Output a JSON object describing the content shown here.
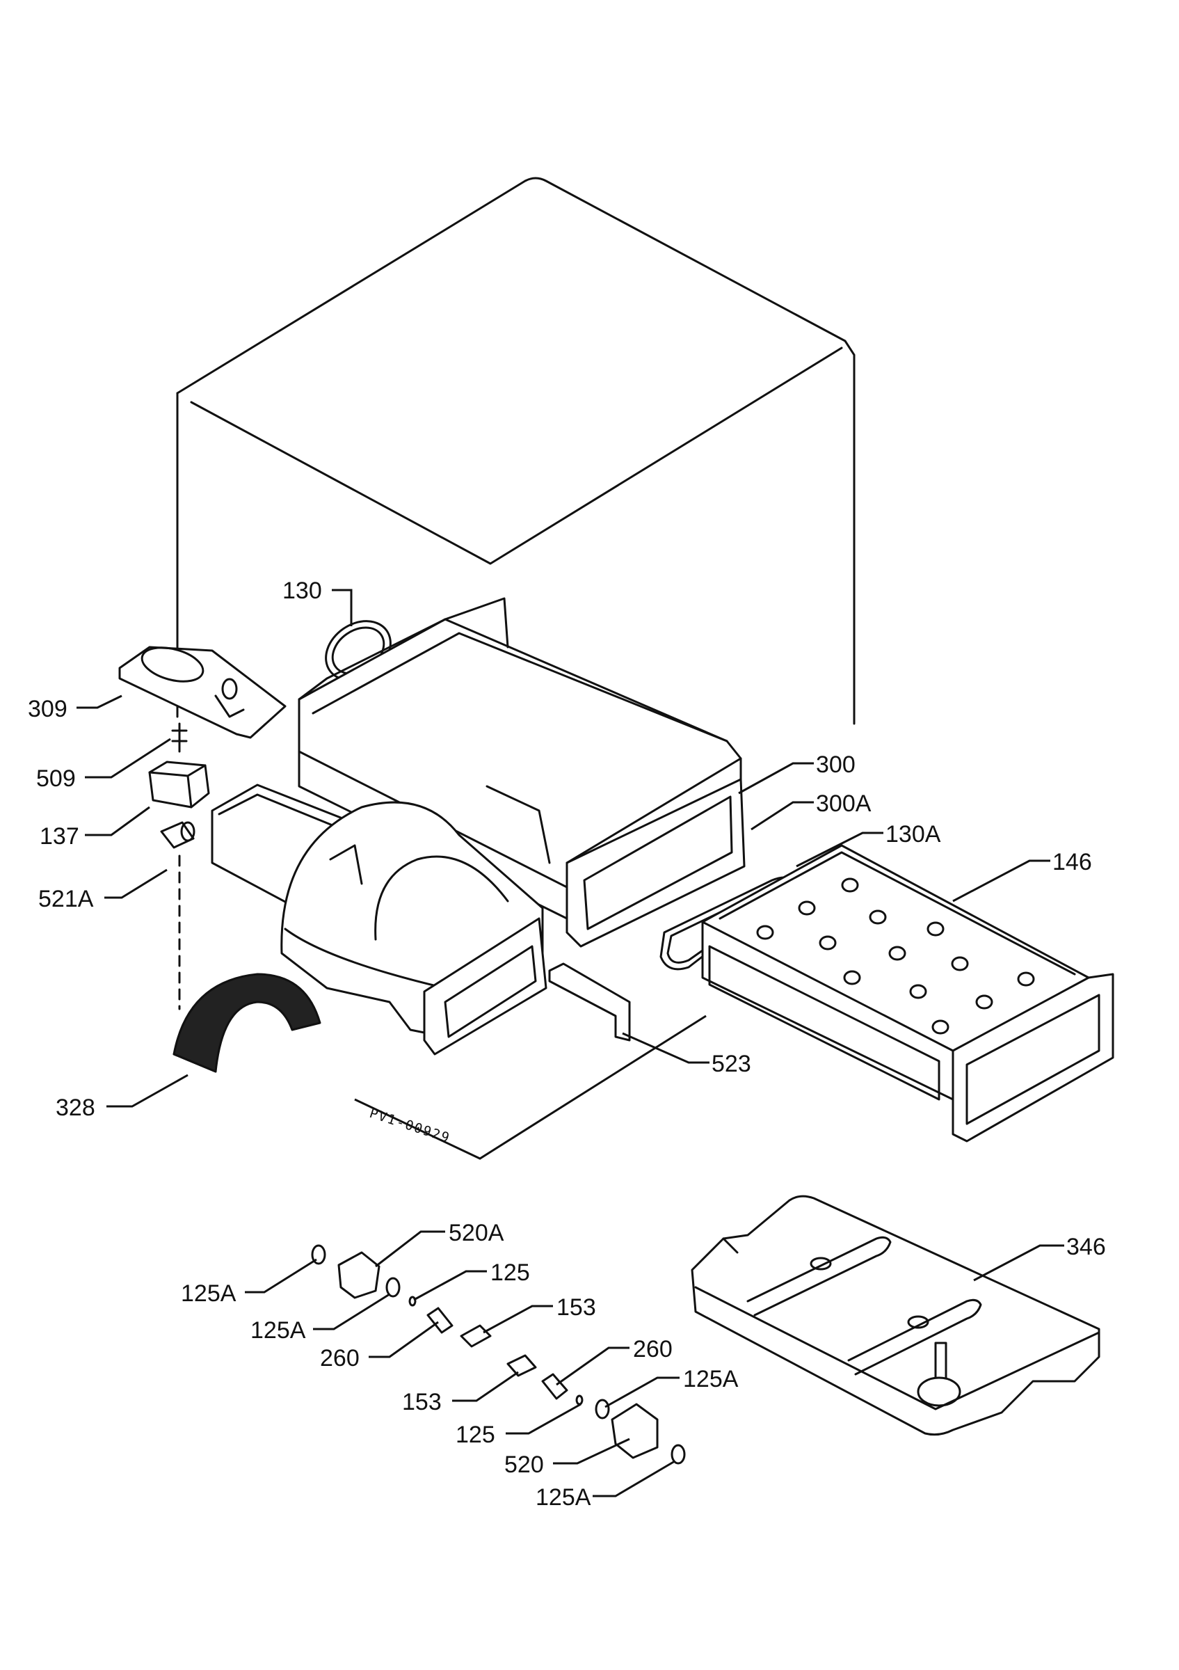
{
  "diagram_code": "PV1-00929",
  "labels": {
    "p130": "130",
    "p309": "309",
    "p509": "509",
    "p137": "137",
    "p521A": "521A",
    "p328": "328",
    "p300": "300",
    "p300A": "300A",
    "p130A": "130A",
    "p146": "146",
    "p523": "523",
    "p520A": "520A",
    "p125A_1": "125A",
    "p125A_2": "125A",
    "p125_1": "125",
    "p260_1": "260",
    "p153_1": "153",
    "p153_2": "153",
    "p260_2": "260",
    "p125A_3": "125A",
    "p125_2": "125",
    "p520": "520",
    "p125A_4": "125A",
    "p346": "346"
  }
}
